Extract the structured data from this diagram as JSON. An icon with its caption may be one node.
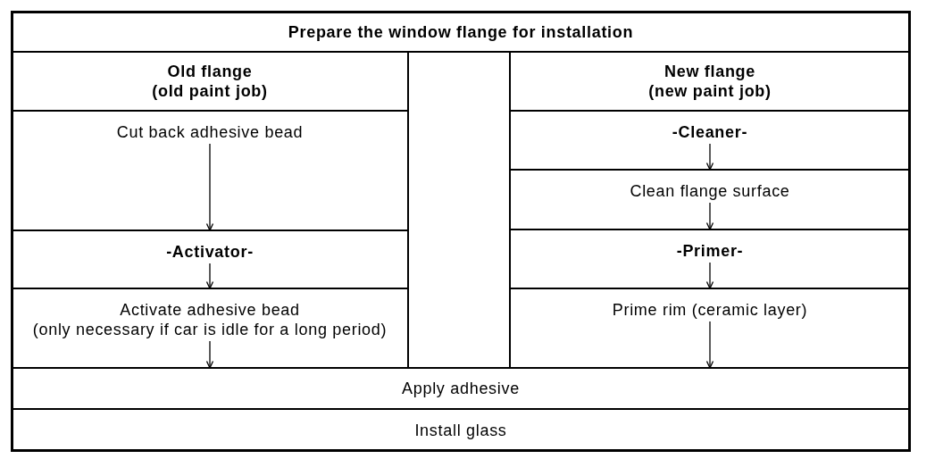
{
  "diagram": {
    "nodes": [
      {
        "text": [
          "Prepare the window flange for installation"
        ]
      },
      {
        "text": [
          "Old flange",
          "(old paint job)"
        ]
      },
      {
        "text": [
          "New flange",
          "(new paint job)"
        ]
      },
      {
        "text": [
          "Cut back adhesive bead"
        ]
      },
      {
        "text": [
          "-Cleaner-"
        ]
      },
      {
        "text": [
          "Clean flange surface"
        ]
      },
      {
        "text": [
          "-Activator-"
        ]
      },
      {
        "text": [
          "-Primer-"
        ]
      },
      {
        "text": [
          "Activate adhesive bead",
          "(only necessary if car is idle for a long period)"
        ]
      },
      {
        "text": [
          "Prime rim (ceramic layer)"
        ]
      },
      {
        "text": [
          "Apply adhesive"
        ]
      },
      {
        "text": [
          "Install glass"
        ]
      }
    ],
    "edges": [
      {
        "from": 3,
        "to": 6,
        "arrow": "to"
      },
      {
        "from": 6,
        "to": 8,
        "arrow": "to"
      },
      {
        "from": 8,
        "to": 10,
        "arrow": "to"
      },
      {
        "from": 4,
        "to": 5,
        "arrow": "to"
      },
      {
        "from": 5,
        "to": 7,
        "arrow": "to"
      },
      {
        "from": 7,
        "to": 9,
        "arrow": "to"
      },
      {
        "from": 9,
        "to": 10,
        "arrow": "to"
      }
    ]
  }
}
